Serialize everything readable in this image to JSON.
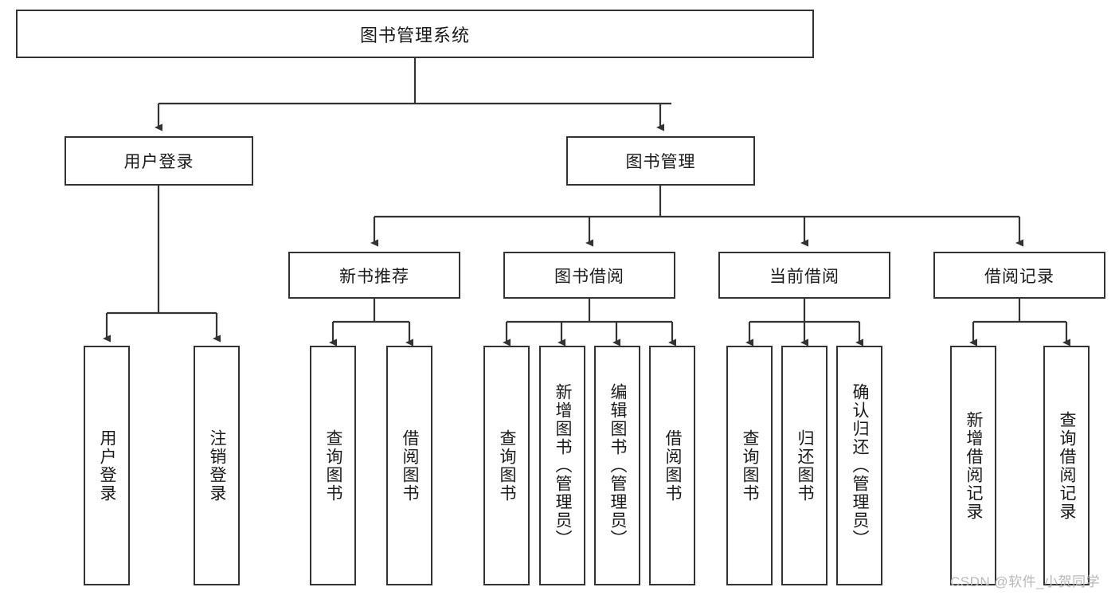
{
  "diagram": {
    "type": "tree",
    "title": "图书管理系统",
    "root": {
      "label": "图书管理系统"
    },
    "level2": [
      {
        "label": "用户登录"
      },
      {
        "label": "图书管理"
      }
    ],
    "level3": [
      {
        "label": "新书推荐"
      },
      {
        "label": "图书借阅"
      },
      {
        "label": "当前借阅"
      },
      {
        "label": "借阅记录"
      }
    ],
    "leaves": {
      "user_login": [
        {
          "label": "用户登录"
        },
        {
          "label": "注销登录"
        }
      ],
      "new_book_recommend": [
        {
          "label": "查询图书"
        },
        {
          "label": "借阅图书"
        }
      ],
      "book_borrow": [
        {
          "label": "查询图书"
        },
        {
          "label": "新增图书（管理员）"
        },
        {
          "label": "编辑图书（管理员）"
        },
        {
          "label": "借阅图书"
        }
      ],
      "current_borrow": [
        {
          "label": "查询图书"
        },
        {
          "label": "归还图书"
        },
        {
          "label": "确认归还（管理员）"
        }
      ],
      "borrow_record": [
        {
          "label": "新增借阅记录"
        },
        {
          "label": "查询借阅记录"
        }
      ]
    }
  },
  "watermark": {
    "text": "CSDN @软件_小贺同学"
  },
  "colors": {
    "box_border": "#333333",
    "box_fill": "#ffffff",
    "edge": "#333333",
    "text": "#1a1a1a",
    "watermark": "#b9b9b9"
  }
}
